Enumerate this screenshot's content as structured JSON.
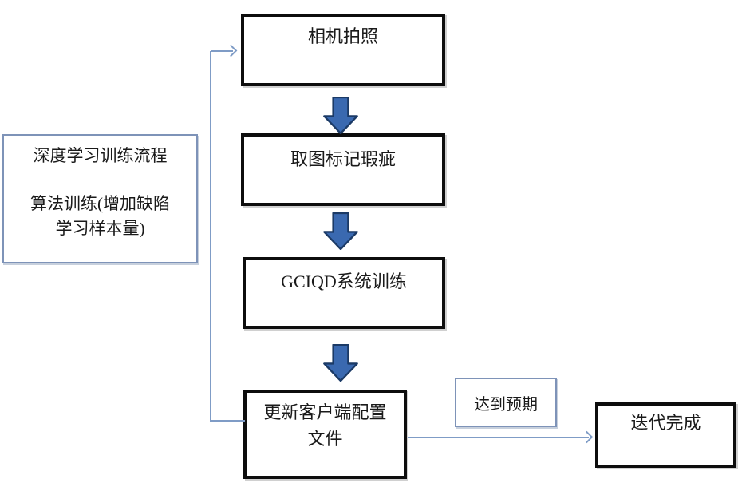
{
  "colors": {
    "connector_line": "#7f9cc6",
    "block_arrow_fill": "#3a69b0",
    "block_arrow_stroke": "#1b3a66",
    "flow_box_border": "#0d0d0d",
    "note_box_border": "#7e93b8"
  },
  "left_note": {
    "line1": "深度学习训练流程",
    "line2": "算法训练(增加缺陷",
    "line3": "学习样本量)"
  },
  "flow": {
    "camera": "相机拍照",
    "mark_defects": "取图标记瑕疵",
    "system_training": "GCIQD系统训练",
    "update_config_line1": "更新客户端配置",
    "update_config_line2": "文件",
    "condition": "达到预期",
    "done": "迭代完成"
  }
}
